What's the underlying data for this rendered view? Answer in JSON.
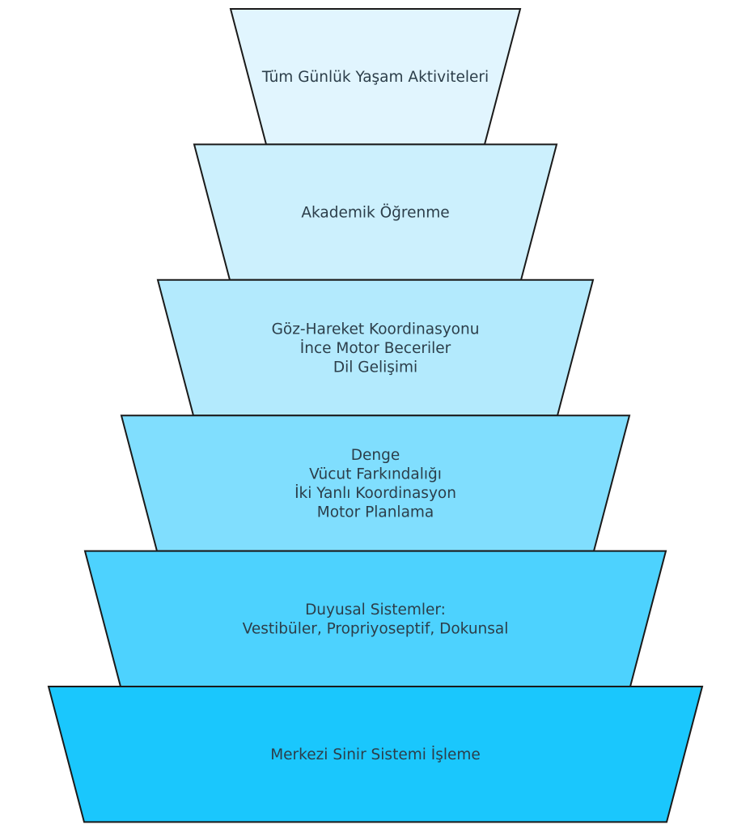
{
  "diagram": {
    "type": "pyramid",
    "orientation": "inverted-trapezoid-stack",
    "order": "top-to-bottom",
    "levels": [
      {
        "id": "level-1",
        "lines": [
          "Tüm Günlük Yaşam Aktiviteleri"
        ],
        "color": "#e1f5fe"
      },
      {
        "id": "level-2",
        "lines": [
          "Akademik Öğrenme"
        ],
        "color": "#ccf0fd"
      },
      {
        "id": "level-3",
        "lines": [
          "Göz-Hareket Koordinasyonu",
          "İnce Motor Beceriler",
          "Dil Gelişimi"
        ],
        "color": "#b3eafd"
      },
      {
        "id": "level-4",
        "lines": [
          "Denge",
          "Vücut Farkındalığı",
          "İki Yanlı Koordinasyon",
          "Motor Planlama"
        ],
        "color": "#80defe"
      },
      {
        "id": "level-5",
        "lines": [
          "Duyusal Sistemler:",
          "Vestibüler, Propriyoseptif, Dokunsal"
        ],
        "color": "#4dd2fe"
      },
      {
        "id": "level-6",
        "lines": [
          "Merkezi Sinir Sistemi İşleme"
        ],
        "color": "#1ac7fd"
      }
    ]
  }
}
